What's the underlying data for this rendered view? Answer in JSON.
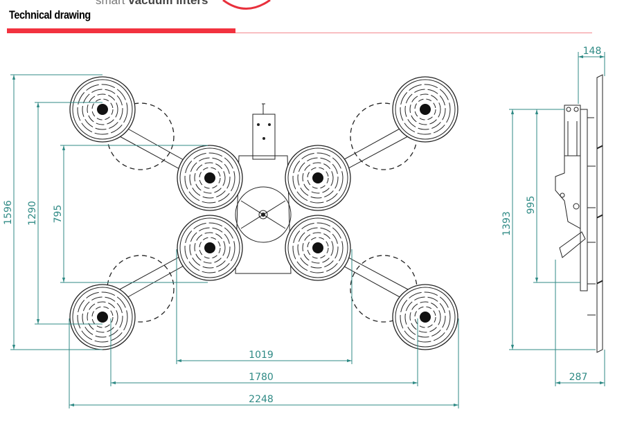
{
  "header": {
    "brand_prefix": "smart",
    "brand_name": "vacuum lifters",
    "title": "Technical drawing",
    "accent_color": "#f2323f"
  },
  "dimensions": {
    "front_total_height": "1596",
    "front_outer_pad_height": "1290",
    "front_inner_pad_height": "795",
    "front_inner_width": "1019",
    "front_pad_width": "1780",
    "front_total_width": "2248",
    "side_depth_top": "148",
    "side_total_height": "1393",
    "side_pivot_height": "995",
    "side_depth_bottom": "287"
  },
  "dimension_color": "#2f8a85"
}
